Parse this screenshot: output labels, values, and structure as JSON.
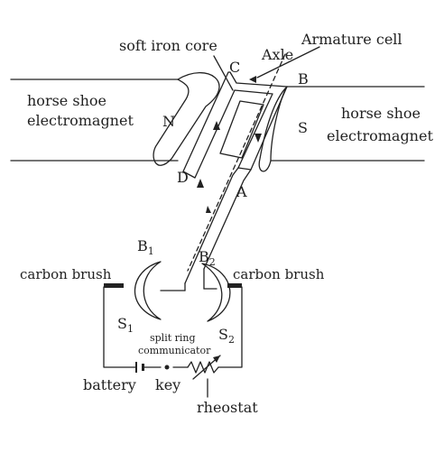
{
  "labels": {
    "soft_iron_core": "soft iron core",
    "axle": "Axle",
    "armature_cell": "Armature cell",
    "corner_c": "C",
    "corner_b": "B",
    "corner_d": "D",
    "corner_a": "A",
    "pole_n": "N",
    "pole_s": "S",
    "magnet_left_line1": "horse shoe",
    "magnet_left_line2": "electromagnet",
    "magnet_right_line1": "horse shoe",
    "magnet_right_line2": "electromagnet",
    "brush_b1": "B",
    "brush_b1_sub": "1",
    "brush_b2": "B",
    "brush_b2_sub": "2",
    "carbon_brush_left": "carbon brush",
    "carbon_brush_right": "carbon brush",
    "ring_s1": "S",
    "ring_s1_sub": "1",
    "ring_s2": "S",
    "ring_s2_sub": "2",
    "split_ring_line1": "split ring",
    "split_ring_line2": "communicator",
    "battery": "battery",
    "key": "key",
    "rheostat": "rheostat"
  },
  "colors": {
    "stroke": "#222222",
    "background": "#ffffff"
  }
}
